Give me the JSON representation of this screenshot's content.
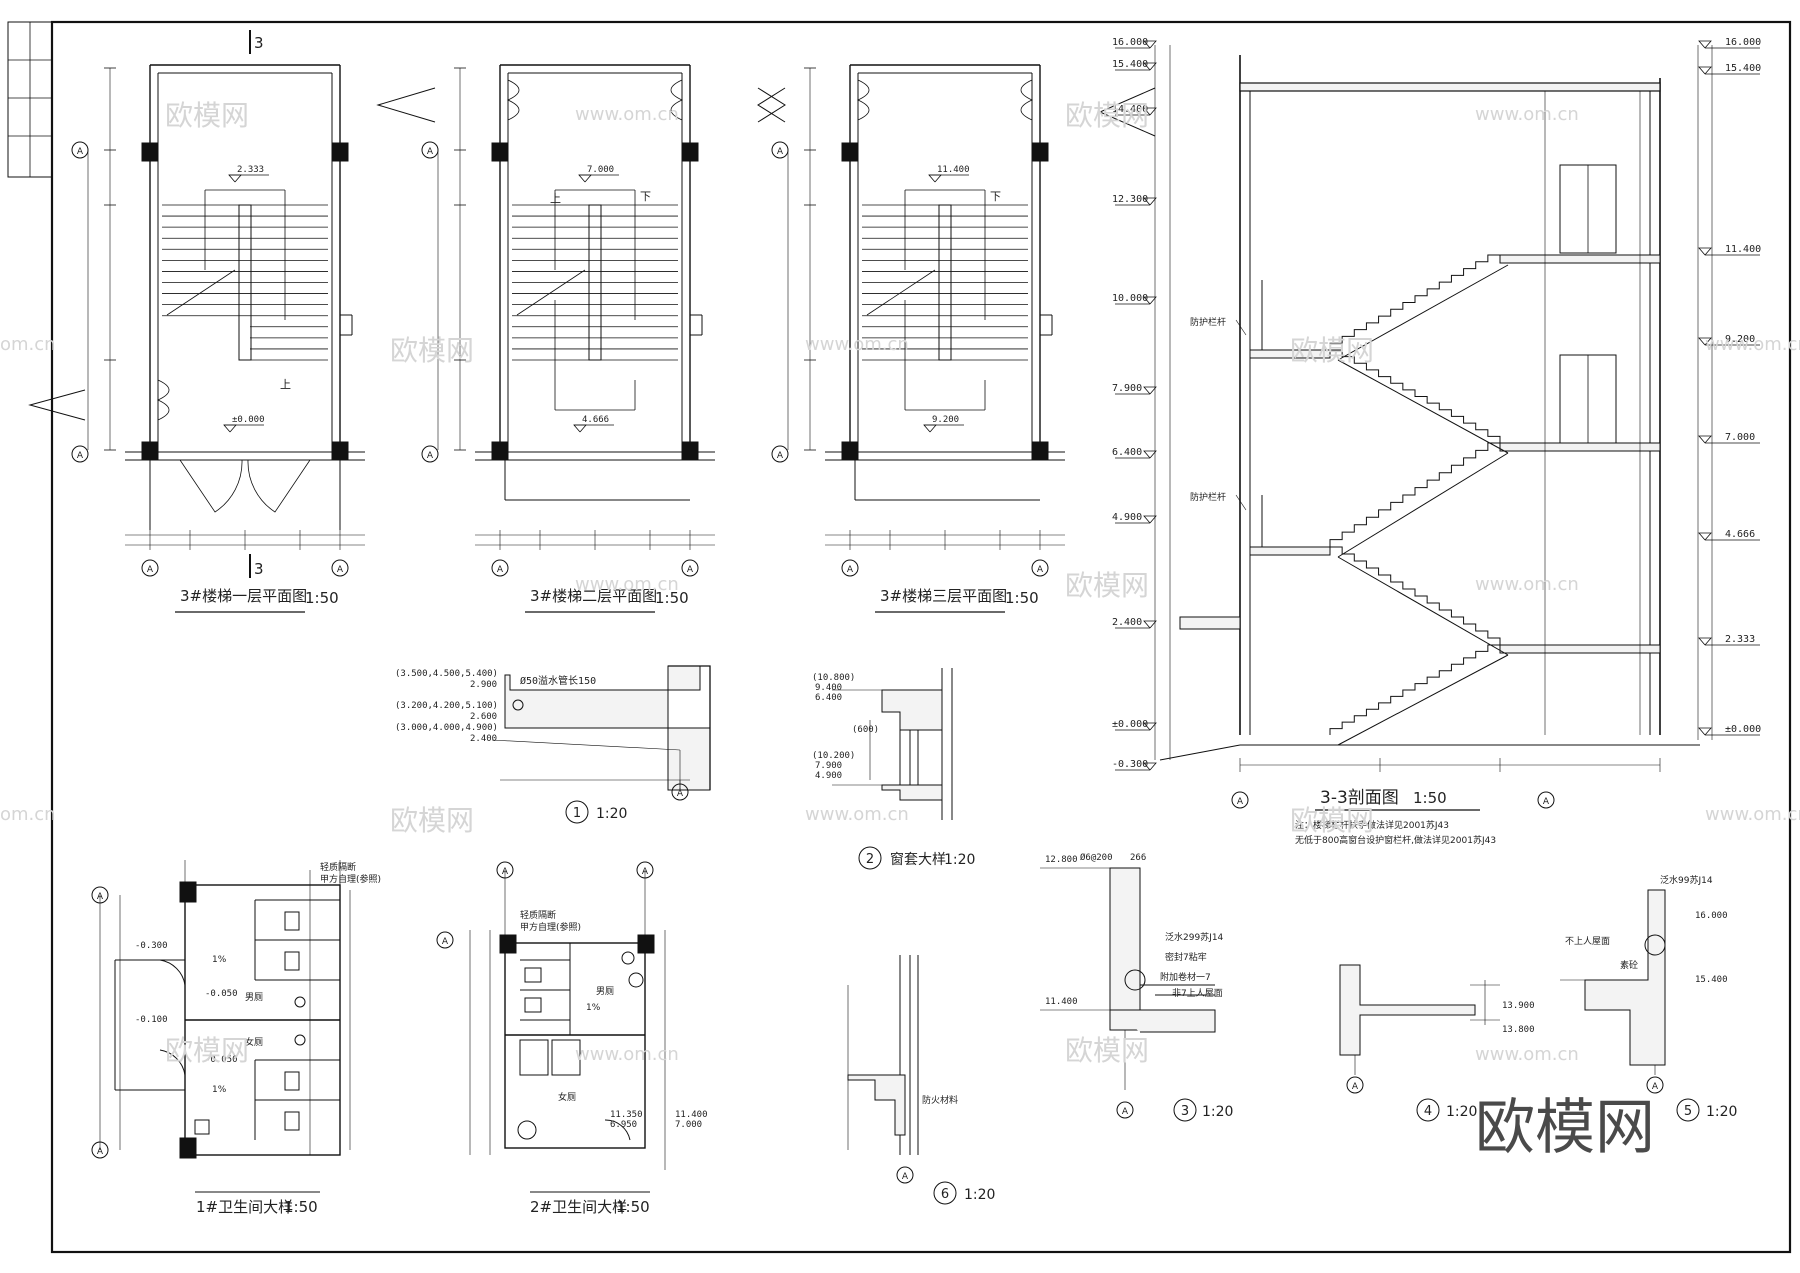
{
  "sheet": {
    "grid_label_a": "A",
    "section_mark": "3",
    "watermark_cn": "欧模网",
    "watermark_url": "www.om.cn",
    "watermark_url_short": "om.cn"
  },
  "stair_plans": [
    {
      "title": "3#楼梯一层平面图",
      "scale": "1:50",
      "top_level": "2.333",
      "floor_level": "±0.000",
      "up": "上",
      "down": ""
    },
    {
      "title": "3#楼梯二层平面图",
      "scale": "1:50",
      "top_level": "7.000",
      "floor_level": "4.666",
      "up": "上",
      "down": "下"
    },
    {
      "title": "3#楼梯三层平面图",
      "scale": "1:50",
      "top_level": "11.400",
      "floor_level": "9.200",
      "up": "",
      "down": "下"
    }
  ],
  "section": {
    "title": "3-3剖面图",
    "scale": "1:50",
    "left_levels": [
      "16.000",
      "15.400",
      "14.400",
      "12.300",
      "10.000",
      "7.900",
      "6.400",
      "4.900",
      "2.400",
      "±0.000",
      "-0.300"
    ],
    "right_levels": [
      "16.000",
      "15.400",
      "11.400",
      "9.200",
      "7.000",
      "4.666",
      "2.333",
      "±0.000"
    ],
    "rail_label": "防护栏杆",
    "note1": "注：楼梯栏杆扶手做法详见2001苏J43",
    "note2": "无低于800高窗台设护窗栏杆,做法详见2001苏J43"
  },
  "detail1": {
    "label": "1",
    "scale": "1:20",
    "pipe_note": "Ø50溢水管长150",
    "levels": [
      "(3.500,4.500,5.400)",
      "2.900",
      "(3.200,4.200,5.100)",
      "2.600",
      "(3.000,4.000,4.900)",
      "2.400"
    ]
  },
  "detail2": {
    "label": "2",
    "title": "窗套大样",
    "scale": "1:20",
    "levels": [
      "(10.800)",
      "9.400",
      "6.400",
      "(600)",
      "(10.200)",
      "7.900",
      "4.900"
    ]
  },
  "detail3": {
    "label": "3",
    "scale": "1:20",
    "dim": "Ø6@200",
    "dim2": "266",
    "levels": [
      "12.800",
      "11.400"
    ],
    "notes": [
      "泛水299苏J14",
      "密封7粘牢",
      "附加卷材一7",
      "非7上人屋面"
    ]
  },
  "detail4": {
    "label": "4",
    "scale": "1:20",
    "levels": [
      "13.900",
      "13.800"
    ]
  },
  "detail5": {
    "label": "5",
    "scale": "1:20",
    "notes": [
      "泛水99苏J14",
      "不上人屋面",
      "素砼"
    ],
    "levels": [
      "16.000",
      "15.400"
    ]
  },
  "detail6": {
    "label": "6",
    "scale": "1:20",
    "note": "防火材料"
  },
  "toilet1": {
    "title": "1#卫生间大样",
    "scale": "1:50",
    "note1": "轻质隔断",
    "note2": "甲方自理(参照)",
    "men": "男厕",
    "women": "女厕",
    "slope": "1%",
    "levels": [
      "-0.300",
      "-0.050",
      "-0.100",
      "-0.050"
    ]
  },
  "toilet2": {
    "title": "2#卫生间大样",
    "scale": "1:50",
    "note1": "轻质隔断",
    "note2": "甲方自理(参照)",
    "men": "男厕",
    "women": "女厕",
    "slope": "1%",
    "levels": [
      "11.350",
      "6.950",
      "11.400",
      "7.000"
    ]
  }
}
